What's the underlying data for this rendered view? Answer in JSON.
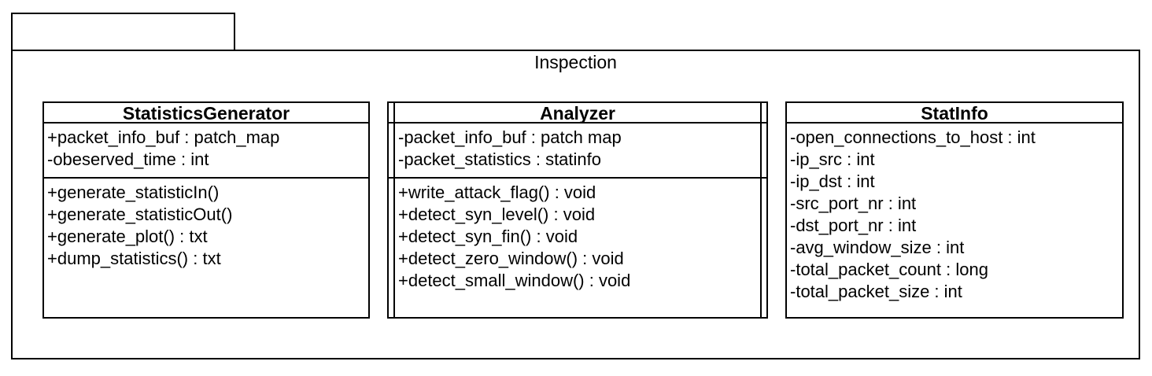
{
  "package": {
    "name": "Inspection"
  },
  "classes": [
    {
      "name": "StatisticsGenerator",
      "attributes": [
        "+packet_info_buf : patch_map",
        "-obeserved_time : int"
      ],
      "operations": [
        "+generate_statisticIn()",
        "+generate_statisticOut()",
        "+generate_plot() : txt",
        "+dump_statistics() : txt"
      ]
    },
    {
      "name": "Analyzer",
      "attributes": [
        "-packet_info_buf : patch map",
        "-packet_statistics : statinfo"
      ],
      "operations": [
        "+write_attack_flag() : void",
        "+detect_syn_level() : void",
        "+detect_syn_fin() : void",
        "+detect_zero_window() : void",
        "+detect_small_window() : void"
      ]
    },
    {
      "name": "StatInfo",
      "attributes": [
        "-open_connections_to_host : int",
        "-ip_src : int",
        "-ip_dst : int",
        "-src_port_nr : int",
        "-dst_port_nr : int",
        "-avg_window_size : int",
        "-total_packet_count : long",
        "-total_packet_size : int"
      ],
      "operations": []
    }
  ]
}
